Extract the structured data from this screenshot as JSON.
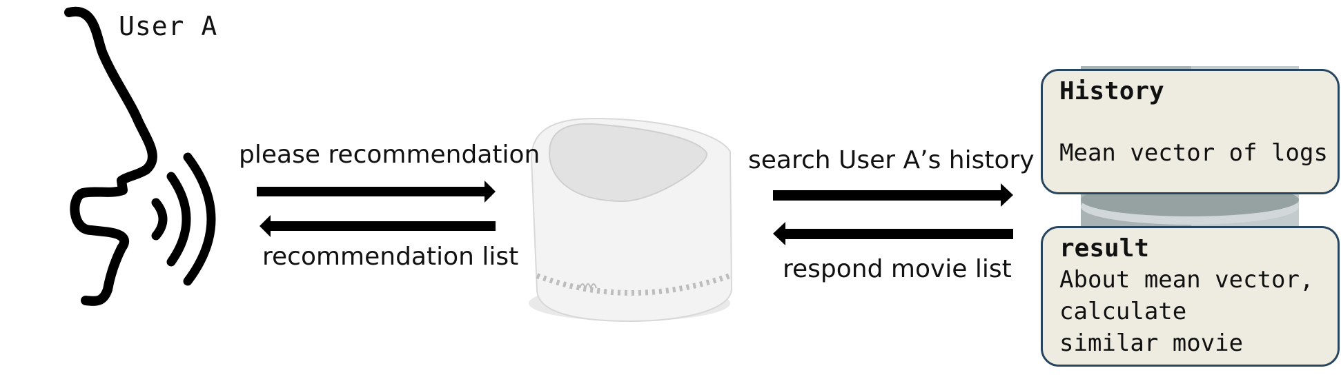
{
  "user": {
    "label": "User A"
  },
  "arrows": {
    "request_label": "please recommendation",
    "reply_label": "recommendation list",
    "search_label": "search User A’s history",
    "respond_label": "respond movie list"
  },
  "history_box": {
    "title": "History",
    "text": "Mean vector of logs"
  },
  "result_box": {
    "title": "result",
    "lines": [
      "About mean vector,",
      "calculate",
      "similar movie"
    ]
  },
  "colors": {
    "box_fill": "#eeece0",
    "box_border": "#27455f",
    "arrow": "#000000",
    "speaker": "#f2f2f2",
    "database": "#9aa5a6"
  }
}
